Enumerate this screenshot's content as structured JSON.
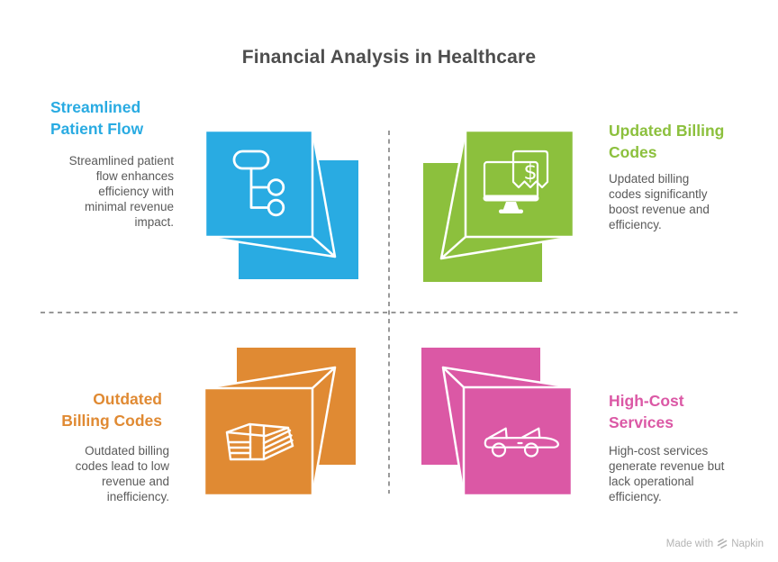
{
  "title": "Financial Analysis in Healthcare",
  "dollar_sign": "$",
  "colors": {
    "title_text": "#4D4D4D",
    "body_text": "#5A5A5A",
    "divider": "#999999",
    "watermark": "#B4B4B4"
  },
  "quadrants": [
    {
      "heading": "Streamlined\nPatient Flow",
      "body": "Streamlined patient\nflow enhances\nefficiency with\nminimal revenue\nimpact.",
      "color": "#29ABE2",
      "icon": "flowchart-icon"
    },
    {
      "heading": "Updated Billing\nCodes",
      "body": "Updated billing\ncodes significantly\nboost revenue and\nefficiency.",
      "color": "#8CC03D",
      "icon": "billing-monitor-icon"
    },
    {
      "heading": "Outdated\nBilling Codes",
      "body": "Outdated billing\ncodes lead to low\nrevenue and\ninefficiency.",
      "color": "#E08A33",
      "icon": "cash-stack-icon"
    },
    {
      "heading": "High-Cost\nServices",
      "body": "High-cost services\ngenerate revenue but\nlack operational\nefficiency.",
      "color": "#DB58A5",
      "icon": "convertible-car-icon"
    }
  ],
  "watermark": {
    "prefix": "Made with",
    "brand": "Napkin"
  }
}
